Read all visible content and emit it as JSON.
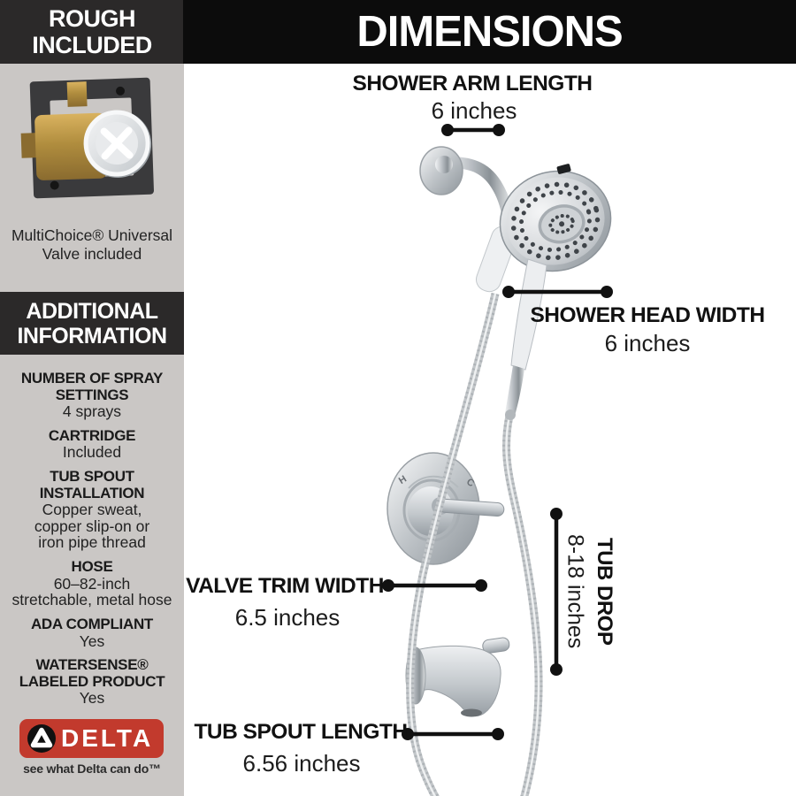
{
  "colors": {
    "dimensions_header_bg": "#0c0c0c",
    "sidebar_bg": "#cac7c5",
    "sidebar_header_bg": "#2b2929",
    "delta_red": "#c23a2d",
    "callout_black": "#111111"
  },
  "sidebar": {
    "rough_header": "ROUGH\nINCLUDED",
    "valve_caption": "MultiChoice® Universal\nValve included",
    "additional_header": "ADDITIONAL\nINFORMATION",
    "specs": [
      {
        "label": "NUMBER OF SPRAY\nSETTINGS",
        "value": "4 sprays"
      },
      {
        "label": "CARTRIDGE",
        "value": "Included"
      },
      {
        "label": "TUB SPOUT\nINSTALLATION",
        "value": "Copper sweat,\ncopper slip-on or\niron pipe thread"
      },
      {
        "label": "HOSE",
        "value": "60–82-inch\nstretchable, metal hose"
      },
      {
        "label": "ADA COMPLIANT",
        "value": "Yes"
      },
      {
        "label": "WATERSENSE®\nLABELED PRODUCT",
        "value": "Yes"
      }
    ],
    "logo": {
      "brand": "DELTA",
      "tagline": "see what Delta can do™"
    }
  },
  "main": {
    "title": "DIMENSIONS",
    "callouts": {
      "shower_arm_length": {
        "label": "SHOWER ARM LENGTH",
        "value": "6 inches"
      },
      "shower_head_width": {
        "label": "SHOWER HEAD WIDTH",
        "value": "6 inches"
      },
      "valve_trim_width": {
        "label": "VALVE TRIM WIDTH",
        "value": "6.5 inches"
      },
      "tub_drop": {
        "label": "TUB DROP",
        "value": "8-18 inches"
      },
      "tub_spout_length": {
        "label": "TUB SPOUT LENGTH",
        "value": "6.56 inches"
      }
    },
    "valve_markings": {
      "hot": "H",
      "cold": "C"
    }
  }
}
